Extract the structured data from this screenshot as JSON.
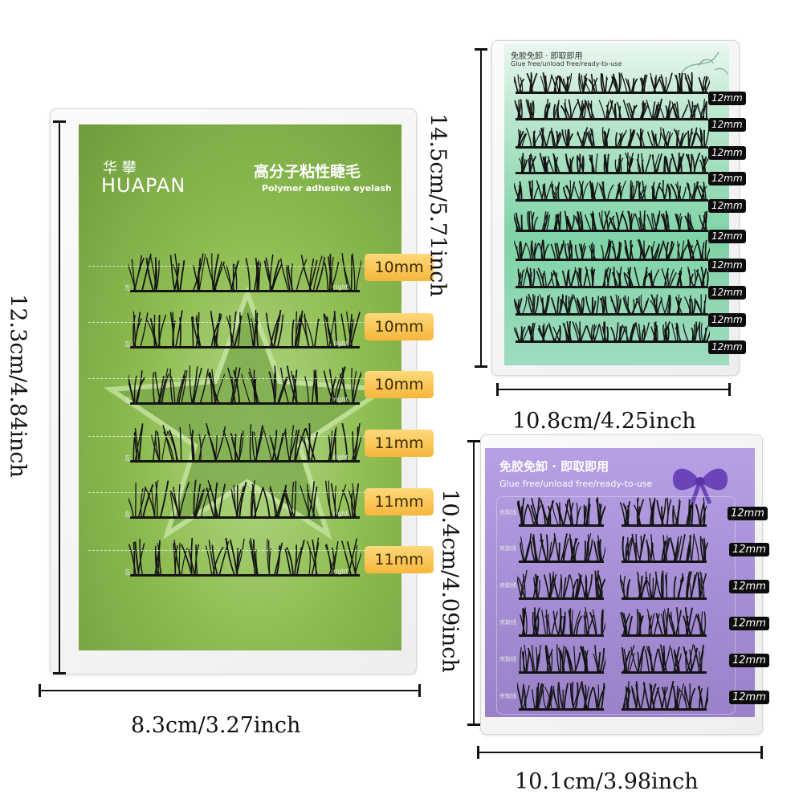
{
  "left_box": {
    "brand_cn": "华 攀",
    "brand_en": "HUAPAN",
    "title_cn": "高分子粘性睫毛",
    "subtitle_en": "Polymer adhesive eyelash",
    "left_hint": "左",
    "right_hint": "right",
    "lengths": [
      "10mm",
      "10mm",
      "10mm",
      "11mm",
      "11mm",
      "11mm"
    ],
    "width_label": "8.3cm/3.27inch",
    "height_label": "12.3cm/4.84inch"
  },
  "top_right_box": {
    "header_cn": "免胶免卸 · 即取即用",
    "header_en": "Glue free/unload free/ready-to-use",
    "lengths": [
      "12mm",
      "12mm",
      "12mm",
      "12mm",
      "12mm",
      "12mm",
      "12mm",
      "12mm",
      "12mm",
      "12mm"
    ],
    "width_label": "10.8cm/4.25inch",
    "height_label": "14.5cm/5.71inch"
  },
  "bottom_right_box": {
    "header_cn": "免胶免卸 · 即取即用",
    "header_en": "Glue free/unload free/ready-to-use",
    "row_hint": "夹取线",
    "lengths": [
      "12mm",
      "12mm",
      "12mm",
      "12mm",
      "12mm",
      "12mm"
    ],
    "width_label": "10.1cm/3.98inch",
    "height_label": "10.4cm/4.09inch"
  },
  "colors": {
    "left_card": "#8fbd52",
    "top_right_card": "#7fd3a6",
    "bottom_right_card": "#a78fd6",
    "gold_label": "#f6b73c",
    "lash": "#141414"
  }
}
